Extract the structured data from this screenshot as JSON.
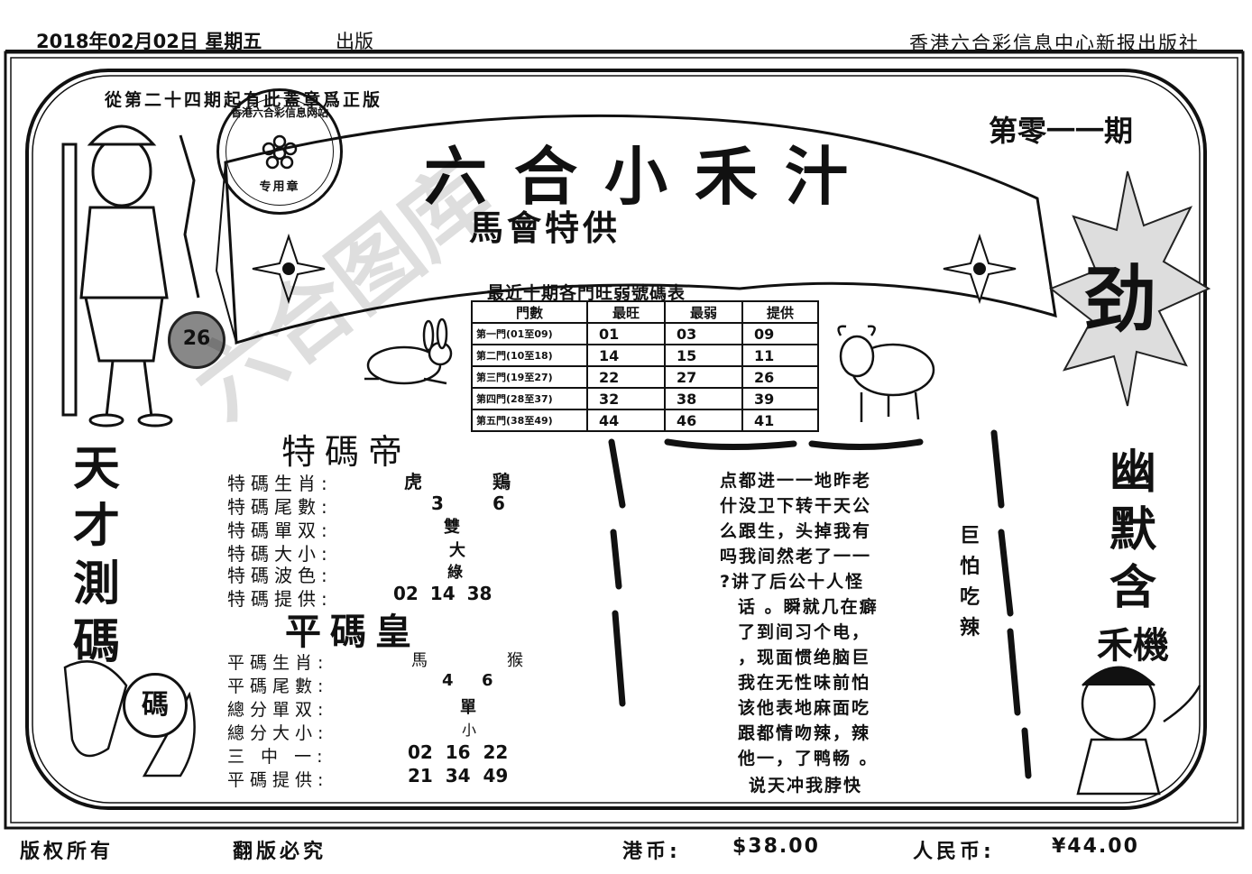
{
  "header": {
    "date": "2018年02月02日 星期五",
    "published": "出版",
    "publisher": "香港六合彩信息中心新报出版社"
  },
  "notice": "從第二十四期起有此蓋章爲正版",
  "issue": "第零一一期",
  "banner": {
    "title": "六合小禾汁",
    "subtitle": "馬會特供"
  },
  "stamp": {
    "ring_text": "香港六合彩信息网站",
    "center_text": "专用章"
  },
  "ball_number": "26",
  "table": {
    "title": "最近十期各門旺弱號碼表",
    "headers": [
      "門數",
      "最旺",
      "最弱",
      "提供"
    ],
    "rows": [
      [
        "第一門(01至09)",
        "01",
        "03",
        "09"
      ],
      [
        "第二門(10至18)",
        "14",
        "15",
        "11"
      ],
      [
        "第三門(19至27)",
        "22",
        "27",
        "26"
      ],
      [
        "第四門(28至37)",
        "32",
        "38",
        "39"
      ],
      [
        "第五門(38至49)",
        "44",
        "46",
        "41"
      ]
    ]
  },
  "te_ma": {
    "heading": "特碼帝",
    "zodiac_label": "特碼生肖:",
    "zodiac_1": "虎",
    "zodiac_2": "鶏",
    "tail_label": "特碼尾數:",
    "tail_1": "3",
    "tail_2": "6",
    "odd_even_label": "特碼單双:",
    "odd_even": "雙",
    "size_label": "特碼大小:",
    "size": "大",
    "wave_label": "特碼波色:",
    "wave": "綠",
    "offer_label": "特碼提供:",
    "offer": "02 14 38"
  },
  "ping_ma": {
    "heading": "平碼皇",
    "zodiac_label": "平碼生肖:",
    "zodiac_1": "馬",
    "zodiac_2": "猴",
    "tail_label": "平碼尾數:",
    "tail_1": "4",
    "tail_2": "6",
    "sum_odd_even_label": "總分單双:",
    "sum_odd_even": "單",
    "sum_size_label": "總分大小:",
    "sum_size": "小",
    "three_one_label": "三 中 一:",
    "three_one": "02  16  22",
    "offer_label": "平碼提供:",
    "offer": "21  34  49"
  },
  "poem": [
    "点都进一一地昨老",
    "什没卫下转干天公",
    "么跟生，头掉我有",
    "吗我间然老了一一",
    "?讲了后公十人怪",
    "话 。瞬就几在癖",
    "了到间习个电，",
    "，现面惯绝脑巨",
    "我在无性味前怕",
    "该他表地麻面吃",
    "跟都情吻辣，辣",
    "他一，了鸭畅 。",
    "说天冲我脖快"
  ],
  "side_word": "巨怕吃辣",
  "left_vertical": [
    "天",
    "才",
    "測",
    "碼"
  ],
  "right_vertical": [
    "幽",
    "默",
    "含",
    "禾機"
  ],
  "right_big_char": "劲",
  "badge_char": "碼",
  "footer": {
    "rights": "版权所有",
    "piracy": "翻版必究",
    "hk_label": "港币:",
    "hk_value": "$38.00",
    "rmb_label": "人民币:",
    "rmb_value": "¥44.00"
  },
  "watermark": "六合图库"
}
